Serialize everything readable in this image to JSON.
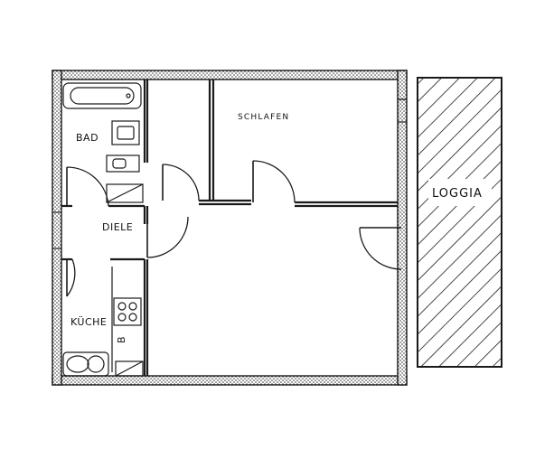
{
  "rooms": {
    "bad": "BAD",
    "diele": "DIELE",
    "schlafen": "SCHLAFEN",
    "kueche": "KÜCHE",
    "loggia": "LOGGIA",
    "b_mark": "B"
  }
}
